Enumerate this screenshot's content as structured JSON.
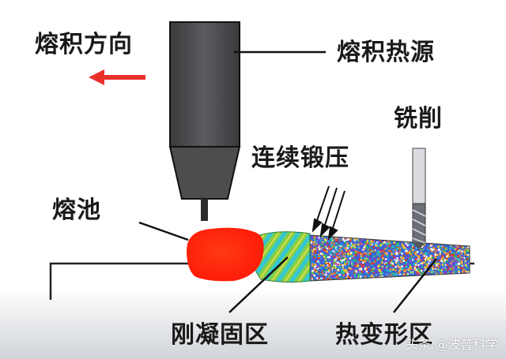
{
  "labels": {
    "deposition_direction": "熔积方向",
    "heat_source": "熔积热源",
    "milling": "铣削",
    "continuous_forging": "连续锻压",
    "molten_pool": "熔池",
    "just_solidified_zone": "刚凝固区",
    "heat_deformation_zone": "热变形区"
  },
  "watermark": {
    "text": "头条 @波普科学"
  },
  "colors": {
    "arrow": "#e8302a",
    "molten_pool": "#ff2a10",
    "torch": "#4a4a4c",
    "substrate_line": "#222222",
    "solidified_green": "#7fd04a",
    "solidified_cyan": "#34c6d6"
  }
}
